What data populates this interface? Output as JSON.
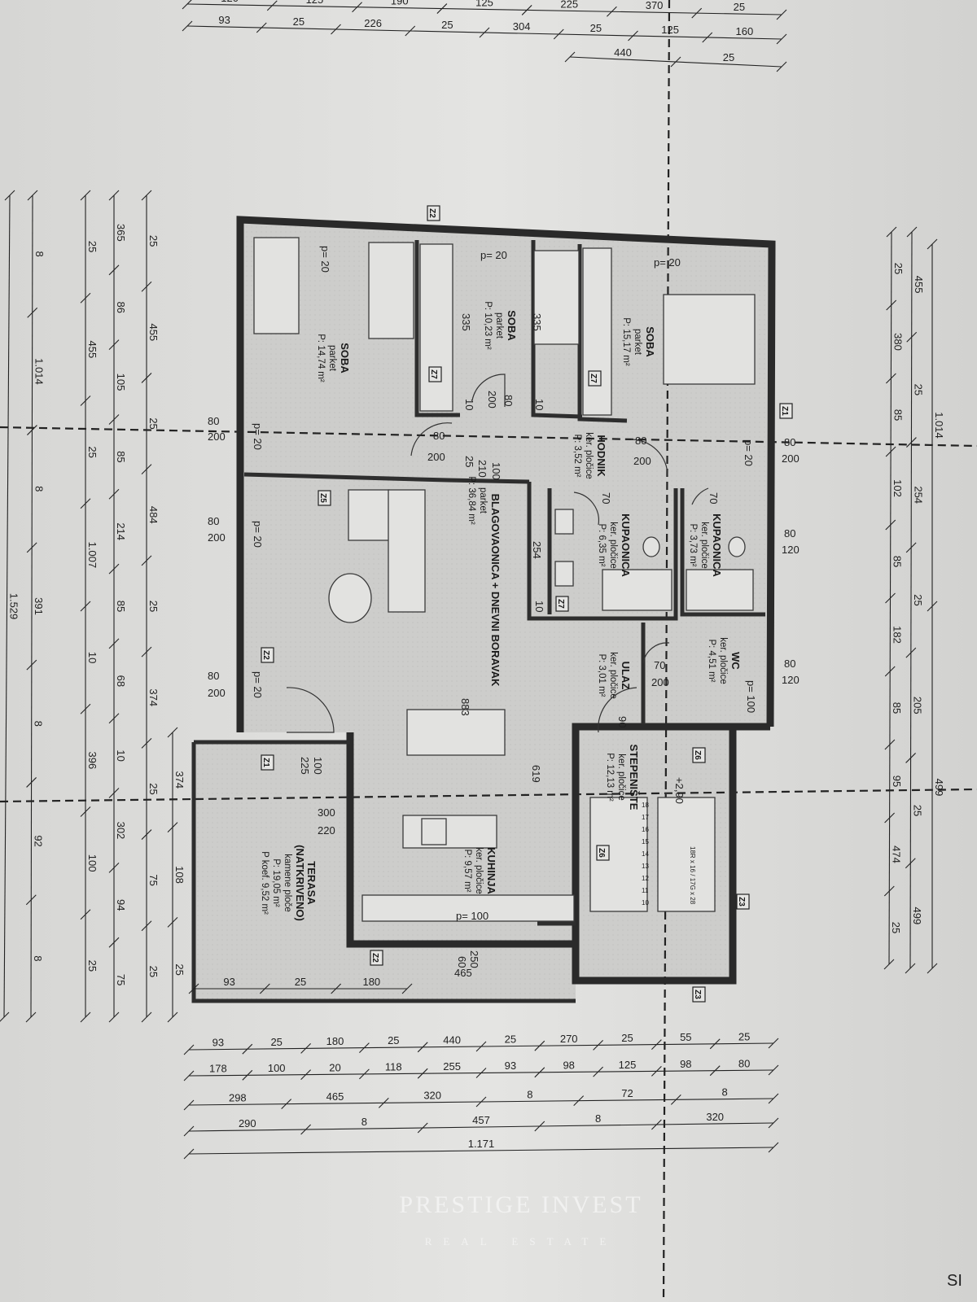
{
  "watermark": {
    "line1": "PRESTIGE INVEST",
    "line2": "REAL ESTATE"
  },
  "corner_text": "SI",
  "rooms": [
    {
      "id": "soba-1",
      "name": "SOBA",
      "floor": "parket",
      "area": "P: 14,74 m²"
    },
    {
      "id": "soba-2",
      "name": "SOBA",
      "floor": "parket",
      "area": "P: 10,23 m²"
    },
    {
      "id": "soba-3",
      "name": "SOBA",
      "floor": "parket",
      "area": "P: 15,17 m²"
    },
    {
      "id": "hodnik",
      "name": "HODNIK",
      "floor": "ker. pločice",
      "area": "P: 3,52 m²"
    },
    {
      "id": "dnevni",
      "name": "BLAGOVAONICA + DNEVNI BORAVAK",
      "floor": "parket",
      "area": "P: 36,84 m²"
    },
    {
      "id": "kupaonica-1",
      "name": "KUPAONICA",
      "floor": "ker. pločice",
      "area": "P: 6,35 m²"
    },
    {
      "id": "kupaonica-2",
      "name": "KUPAONICA",
      "floor": "ker. pločice",
      "area": "P: 3,73 m²"
    },
    {
      "id": "wc",
      "name": "WC",
      "floor": "ker. pločice",
      "area": "P: 4,51 m²"
    },
    {
      "id": "ulaz",
      "name": "ULAZ",
      "floor": "ker. pločice",
      "area": "P: 3,01 m²"
    },
    {
      "id": "stepeniste",
      "name": "STEPENIŠTE",
      "floor": "ker. pločice",
      "area": "P: 12,13 m²"
    },
    {
      "id": "kuhinja",
      "name": "KUHINJA",
      "floor": "ker. pločice",
      "area": "P: 9,57 m²"
    },
    {
      "id": "terasa",
      "name": "TERASA",
      "name2": "(NATKRIVENO)",
      "floor": "kamene ploče",
      "area": "P: 19,05 m²",
      "area2": "P koef. 9,52 m²"
    }
  ],
  "tags": [
    "Z2",
    "Z7",
    "Z7",
    "Z1",
    "Z5",
    "Z2",
    "Z1",
    "Z2",
    "Z6",
    "Z6",
    "Z3",
    "Z3",
    "Z7"
  ],
  "inner_labels": {
    "p20": "p= 20",
    "p100": "p= 100",
    "d335": "335",
    "d254": "254",
    "d883": "883",
    "d619": "619",
    "d80": "80",
    "d200": "200",
    "d70": "70",
    "d90": "90",
    "d10": "10",
    "d25": "25",
    "d210": "210",
    "d100": "100",
    "d120": "120",
    "d225": "225",
    "d300": "300",
    "d220": "220",
    "d250": "250",
    "d60": "60",
    "d465": "465",
    "level": "+2,90",
    "stairs_note": "18R x 16 / 17G x 28",
    "steps": [
      "18",
      "17",
      "16",
      "15",
      "14",
      "13",
      "12",
      "11",
      "10"
    ]
  },
  "dimension_chains": {
    "top1": [
      "120",
      "125",
      "190",
      "125",
      "225",
      "370",
      "25"
    ],
    "top2": [
      "93",
      "25",
      "226",
      "25",
      "304",
      "25",
      "125",
      "160"
    ],
    "top3": [
      "440",
      "25"
    ],
    "bottom_terrace": [
      "93",
      "25",
      "180"
    ],
    "bottom1": [
      "93",
      "25",
      "180",
      "25",
      "440",
      "25",
      "270",
      "25",
      "55",
      "25"
    ],
    "bottom2": [
      "178",
      "100",
      "20",
      "118",
      "255",
      "93",
      "98",
      "125",
      "98",
      "80"
    ],
    "bottom3": [
      "298",
      "465",
      "320",
      "8",
      "72",
      "8"
    ],
    "bottom4": [
      "290",
      "8",
      "457",
      "8",
      "320"
    ],
    "bottom5": [
      "1.171"
    ],
    "left0": [
      "1.529"
    ],
    "left1": [
      "8",
      "1.014",
      "8",
      "391",
      "8",
      "92",
      "8"
    ],
    "left2": [
      "25",
      "455",
      "25",
      "1.007",
      "10",
      "396",
      "100",
      "25"
    ],
    "left3": [
      "365",
      "86",
      "105",
      "85",
      "214",
      "85",
      "68",
      "10",
      "302",
      "94",
      "75"
    ],
    "left4": [
      "25",
      "455",
      "25",
      "484",
      "25",
      "374",
      "25",
      "75",
      "25"
    ],
    "left5": [
      "374",
      "108",
      "25"
    ],
    "right1": [
      "25",
      "380",
      "85",
      "102",
      "85",
      "182",
      "85",
      "95",
      "474",
      "25"
    ],
    "right2": [
      "455",
      "25",
      "254",
      "25",
      "205",
      "25",
      "499"
    ],
    "right3": [
      "1.014",
      "499"
    ]
  }
}
